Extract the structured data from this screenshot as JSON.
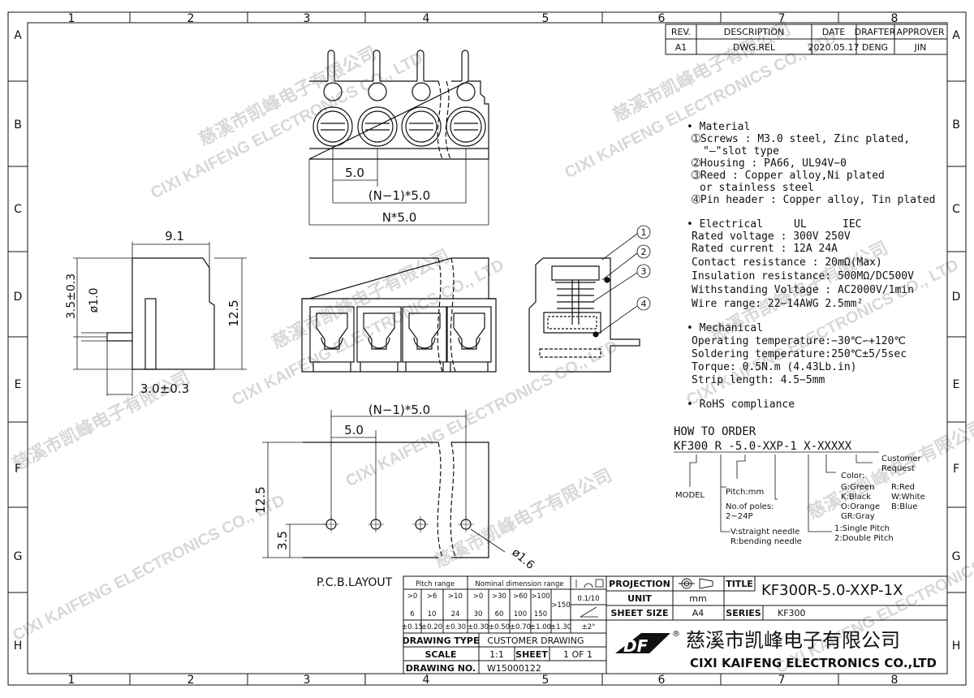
{
  "border": {
    "columns": [
      "1",
      "2",
      "3",
      "4",
      "5",
      "6",
      "7",
      "8"
    ],
    "rows": [
      "A",
      "B",
      "C",
      "D",
      "E",
      "F",
      "G",
      "H"
    ]
  },
  "revision_table": {
    "headers": [
      "REV.",
      "DESCRIPTION",
      "DATE",
      "DRAFTER",
      "APPROVER"
    ],
    "row": [
      "A1",
      "DWG.REL",
      "2020.05.17",
      "DENG",
      "JIN"
    ]
  },
  "top_view": {
    "pitch": "5.0",
    "pitch_span": "(N−1)*5.0",
    "total": "N*5.0"
  },
  "side_view": {
    "width": "9.1",
    "pin_height": "3.5±0.3",
    "pin_dia": "ø1.0",
    "height": "12.5",
    "pin_len": "3.0±0.3"
  },
  "section_view": {
    "callouts": [
      "1",
      "2",
      "3",
      "4"
    ]
  },
  "pcb_layout": {
    "label": "P.C.B.LAYOUT",
    "pitch_span": "(N−1)*5.0",
    "pitch": "5.0",
    "height": "12.5",
    "offset": "3.5",
    "hole": "ø1.6"
  },
  "specs": {
    "material": {
      "title": "• Material",
      "lines": [
        "➀Screws : M3.0 steel, Zinc plated,",
        "\"—\"slot type",
        "➁Housing : PA66, UL94V−0",
        "➂Reed : Copper alloy,Ni plated",
        "or stainless steel",
        "➃Pin header : Copper alloy, Tin plated"
      ]
    },
    "electrical": {
      "title": "• Electrical",
      "ul": "UL",
      "iec": "IEC",
      "lines": [
        "Rated voltage : 300V      250V",
        "Rated current : 12A       24A",
        "Contact resistance : 20mΩ(Max)",
        "Insulation resistance: 500MΩ/DC500V",
        "Withstanding Voltage : AC2000V/1min",
        "Wire range: 22−14AWG   2.5mm²"
      ]
    },
    "mechanical": {
      "title": "• Mechanical",
      "lines": [
        "Operating temperature:−30℃∽+120℃",
        "Soldering temperature:250℃±5/5sec",
        "Torque: 0.5N.m (4.43Lb.in)",
        "Strip length: 4.5−5mm"
      ]
    },
    "rohs": "• RoHS compliance"
  },
  "order": {
    "title": "HOW TO ORDER",
    "code": "KF300 R -5.0-XXP-1 X-XXXXX",
    "model": "MODEL",
    "pitch": "Pitch:mm",
    "poles": [
      "No.of poles:",
      "2~24P"
    ],
    "needle": [
      "V:straight needle",
      "R:bending needle"
    ],
    "pitch_type": [
      "1:Single Pitch",
      "2:Double Pitch"
    ],
    "color_title": "Color:",
    "colors": [
      "G:Green",
      "R:Red",
      "K:Black",
      "W:White",
      "O:Orange",
      "B:Blue",
      "GR:Gray"
    ],
    "customer": [
      "Customer",
      "Request"
    ]
  },
  "tolerance_table": {
    "header_range": "Pitch range",
    "header_nominal": "Nominal dimension range",
    "ranges_top": [
      ">0",
      ">6",
      ">10",
      ">0",
      ">30",
      ">60",
      ">100",
      ">150",
      "0.1/10"
    ],
    "ranges_bottom": [
      "6",
      "10",
      "24",
      "30",
      "60",
      "100",
      "150"
    ],
    "tolerances": [
      "±0.15",
      "±0.20",
      "±0.30",
      "±0.30",
      "±0.50",
      "±0.70",
      "±1.00",
      "±1.30",
      "±2°"
    ]
  },
  "title_block": {
    "projection_label": "PROJECTION",
    "unit_label": "UNIT",
    "unit_value": "mm",
    "sheet_size_label": "SHEET SIZE",
    "sheet_size_value": "A4",
    "title_label": "TITLE",
    "title_value": "KF300R-5.0-XXP-1X",
    "series_label": "SERIES",
    "series_value": "KF300",
    "drawing_type_label": "DRAWING TYPE",
    "drawing_type_value": "CUSTOMER DRAWING",
    "scale_label": "SCALE",
    "scale_value": "1:1",
    "sheet_label": "SHEET",
    "sheet_value": "1 OF 1",
    "drawing_no_label": "DRAWING NO.",
    "drawing_no_value": "W15000122",
    "company_cn": "慈溪市凯峰电子有限公司",
    "company_en": "CIXI KAIFENG ELECTRONICS CO.,LTD",
    "logo_text": "DF"
  },
  "watermark": {
    "cn": "慈溪市凯峰电子有限公司",
    "en": "CIXI KAIFENG ELECTRONICS CO., LTD"
  },
  "colors": {
    "line": "#111111",
    "watermark": "#d8d8d8",
    "logo_red": "#e03a3a"
  }
}
